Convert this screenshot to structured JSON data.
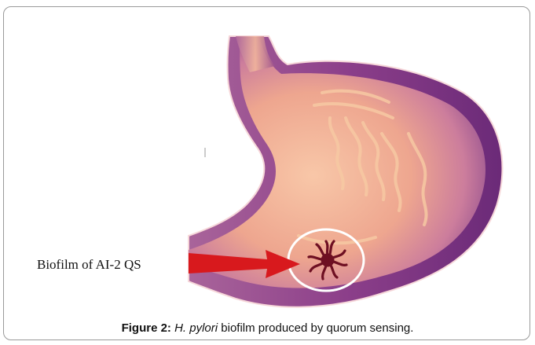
{
  "figure": {
    "annotation_label": "Biofilm of AI-2 QS",
    "caption": {
      "number": "Figure 2:",
      "species": "H. pylori",
      "text": "biofilm produced by quorum sensing."
    }
  },
  "colors": {
    "outer_purple": "#7b2f82",
    "mid_mauve": "#c27aa6",
    "lining_peach": "#f2b59a",
    "arrow_red": "#d8191d",
    "biofilm_dark": "#6e0f22",
    "circle_outline": "#ffffff"
  },
  "icons": [
    "stomach-illustration",
    "red-arrow-icon",
    "biofilm-icon",
    "highlight-circle"
  ]
}
